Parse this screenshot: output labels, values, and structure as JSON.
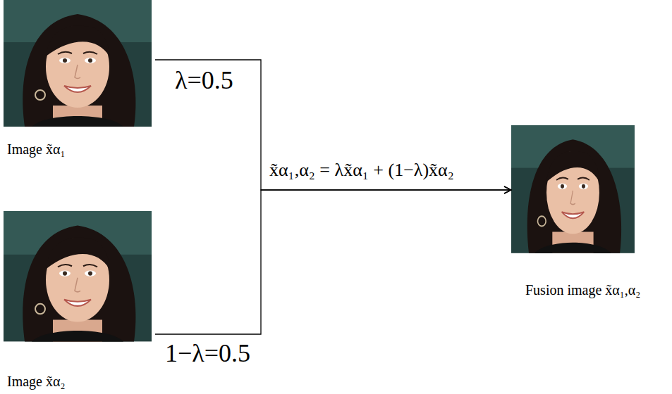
{
  "diagram": {
    "nodes": [
      {
        "text": [
          "Image x̃α₁"
        ]
      },
      {
        "text": [
          "Image x̃α₂"
        ]
      },
      {
        "text": [
          "Fusion image x̃α₁,α₂"
        ]
      }
    ],
    "edges": [
      {
        "from": 0,
        "to": 2,
        "arrow": "to",
        "label": "λ=0.5"
      },
      {
        "from": 1,
        "to": 2,
        "arrow": "to",
        "label": "1−λ=0.5"
      }
    ],
    "labels": [
      "x̃α₁,α₂ = λx̃α₁ + (1−λ)x̃α₂"
    ]
  }
}
